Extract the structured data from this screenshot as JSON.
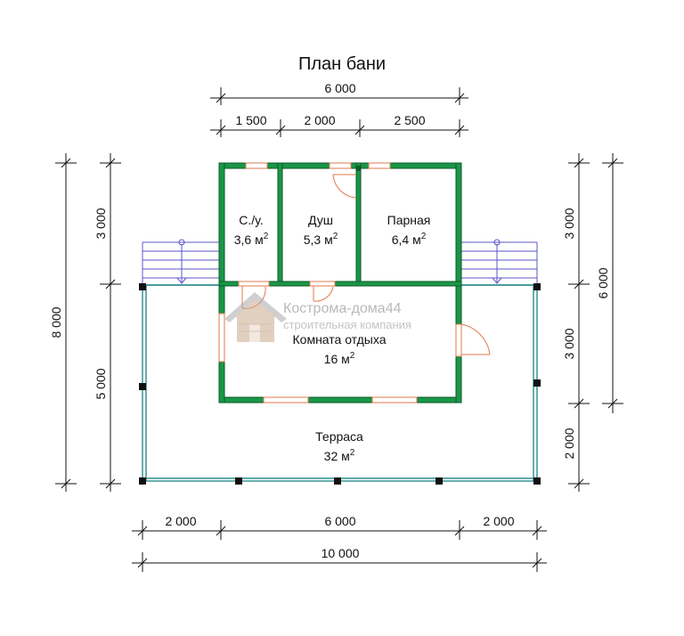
{
  "title": "План бани",
  "dimensions": {
    "top_total": "6 000",
    "top_seg1": "1 500",
    "top_seg2": "2 000",
    "top_seg3": "2 500",
    "bottom_left": "2 000",
    "bottom_mid": "6 000",
    "bottom_right": "2 000",
    "bottom_total": "10 000",
    "left_total": "8 000",
    "left_upper": "3 000",
    "left_lower": "5 000",
    "right_upper": "3 000",
    "right_mid": "3 000",
    "right_lower": "2 000",
    "right_total": "6 000"
  },
  "rooms": {
    "wc_name": "С./у.",
    "wc_area": "3,6 м",
    "shower_name": "Душ",
    "shower_area": "5,3 м",
    "steam_name": "Парная",
    "steam_area": "6,4 м",
    "rest_name": "Комната отдыха",
    "rest_area": "16 м",
    "terrace_name": "Терраса",
    "terrace_area": "32 м",
    "area_exp": "2"
  },
  "watermark": {
    "name": "Кострома-дома44",
    "sub": "строительная компания"
  },
  "colors": {
    "wall": "#1a9646",
    "window": "#e07a4e",
    "terrace": "#2b8c8c",
    "stairs": "#5b55c8"
  }
}
